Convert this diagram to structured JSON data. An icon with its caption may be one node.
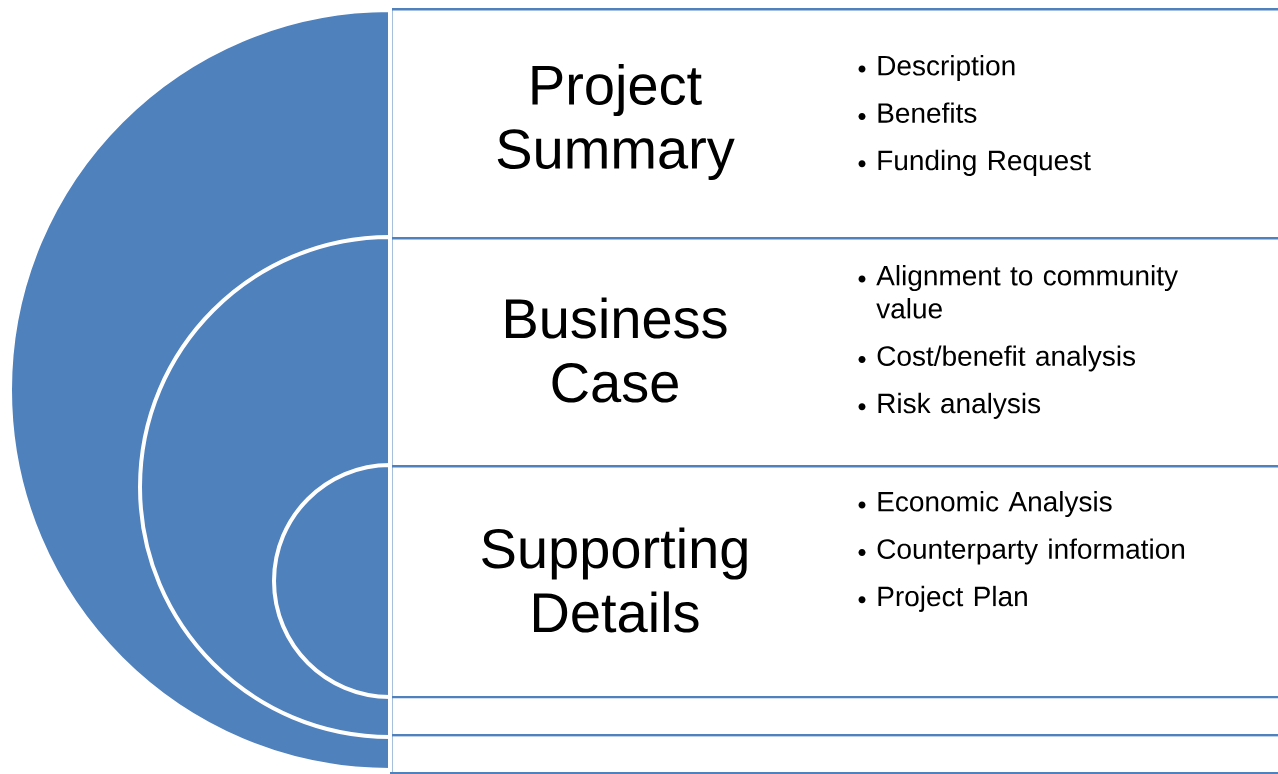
{
  "diagram": {
    "nodes": [
      {
        "text": [
          "Project Summary",
          "Description",
          "Benefits",
          "Funding Request"
        ]
      },
      {
        "text": [
          "Business Case",
          "Alignment to community value",
          "Cost/benefit analysis",
          "Risk analysis"
        ],
        "in": 0
      },
      {
        "text": [
          "Supporting Details",
          "Economic Analysis",
          "Counterparty information",
          "Project Plan"
        ],
        "in": 1
      }
    ]
  }
}
